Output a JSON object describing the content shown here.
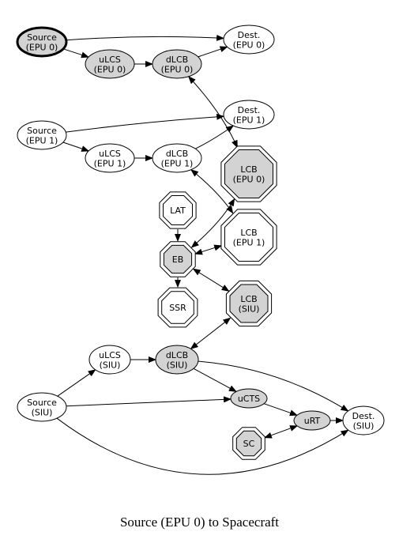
{
  "caption": "Source (EPU 0) to Spacecraft",
  "colors": {
    "filled": "#d3d3d3",
    "plain": "#ffffff",
    "stroke": "#000000"
  },
  "nodes": [
    {
      "id": "src0",
      "shape": "ellipse",
      "filled": true,
      "bold": true,
      "lines": [
        "Source",
        "(EPU 0)"
      ]
    },
    {
      "id": "dst0",
      "shape": "ellipse",
      "filled": false,
      "lines": [
        "Dest.",
        "(EPU 0)"
      ]
    },
    {
      "id": "ulcs0",
      "shape": "ellipse",
      "filled": true,
      "lines": [
        "uLCS",
        "(EPU 0)"
      ]
    },
    {
      "id": "dlcb0",
      "shape": "ellipse",
      "filled": true,
      "lines": [
        "dLCB",
        "(EPU 0)"
      ]
    },
    {
      "id": "src1",
      "shape": "ellipse",
      "filled": false,
      "lines": [
        "Source",
        "(EPU 1)"
      ]
    },
    {
      "id": "dst1",
      "shape": "ellipse",
      "filled": false,
      "lines": [
        "Dest.",
        "(EPU 1)"
      ]
    },
    {
      "id": "ulcs1",
      "shape": "ellipse",
      "filled": false,
      "lines": [
        "uLCS",
        "(EPU 1)"
      ]
    },
    {
      "id": "dlcb1",
      "shape": "ellipse",
      "filled": false,
      "lines": [
        "dLCB",
        "(EPU 1)"
      ]
    },
    {
      "id": "lcb0",
      "shape": "octagon",
      "filled": true,
      "lines": [
        "LCB",
        "(EPU 0)"
      ]
    },
    {
      "id": "lat",
      "shape": "octagon",
      "filled": false,
      "lines": [
        "LAT"
      ]
    },
    {
      "id": "lcb1",
      "shape": "octagon",
      "filled": false,
      "lines": [
        "LCB",
        "(EPU 1)"
      ]
    },
    {
      "id": "eb",
      "shape": "octagon",
      "filled": true,
      "lines": [
        "EB"
      ]
    },
    {
      "id": "ssr",
      "shape": "octagon",
      "filled": false,
      "lines": [
        "SSR"
      ]
    },
    {
      "id": "lcbsiu",
      "shape": "octagon",
      "filled": true,
      "lines": [
        "LCB",
        "(SIU)"
      ]
    },
    {
      "id": "ulcssiu",
      "shape": "ellipse",
      "filled": false,
      "lines": [
        "uLCS",
        "(SIU)"
      ]
    },
    {
      "id": "dlcbsiu",
      "shape": "ellipse",
      "filled": true,
      "lines": [
        "dLCB",
        "(SIU)"
      ]
    },
    {
      "id": "srcsiu",
      "shape": "ellipse",
      "filled": false,
      "lines": [
        "Source",
        "(SIU)"
      ]
    },
    {
      "id": "ucts",
      "shape": "ellipse",
      "filled": true,
      "lines": [
        "uCTS"
      ]
    },
    {
      "id": "urt",
      "shape": "ellipse",
      "filled": true,
      "lines": [
        "uRT"
      ]
    },
    {
      "id": "dstsiu",
      "shape": "ellipse",
      "filled": false,
      "lines": [
        "Dest.",
        "(SIU)"
      ]
    },
    {
      "id": "sc",
      "shape": "octagon",
      "filled": true,
      "lines": [
        "SC"
      ]
    }
  ],
  "edges": [
    {
      "from": "src0",
      "to": "dst0",
      "dir": "forward"
    },
    {
      "from": "src0",
      "to": "ulcs0",
      "dir": "forward"
    },
    {
      "from": "ulcs0",
      "to": "dlcb0",
      "dir": "forward"
    },
    {
      "from": "dlcb0",
      "to": "dst0",
      "dir": "forward"
    },
    {
      "from": "dlcb0",
      "to": "lcb0",
      "dir": "both"
    },
    {
      "from": "src1",
      "to": "dst1",
      "dir": "forward"
    },
    {
      "from": "src1",
      "to": "ulcs1",
      "dir": "forward"
    },
    {
      "from": "ulcs1",
      "to": "dlcb1",
      "dir": "forward"
    },
    {
      "from": "dlcb1",
      "to": "dst1",
      "dir": "forward"
    },
    {
      "from": "dlcb1",
      "to": "lcb1",
      "dir": "both"
    },
    {
      "from": "lat",
      "to": "eb",
      "dir": "forward"
    },
    {
      "from": "eb",
      "to": "ssr",
      "dir": "forward"
    },
    {
      "from": "eb",
      "to": "lcb0",
      "dir": "both"
    },
    {
      "from": "eb",
      "to": "lcb1",
      "dir": "both"
    },
    {
      "from": "eb",
      "to": "lcbsiu",
      "dir": "both"
    },
    {
      "from": "dlcbsiu",
      "to": "lcbsiu",
      "dir": "both"
    },
    {
      "from": "srcsiu",
      "to": "ulcssiu",
      "dir": "forward"
    },
    {
      "from": "ulcssiu",
      "to": "dlcbsiu",
      "dir": "forward"
    },
    {
      "from": "dlcbsiu",
      "to": "ucts",
      "dir": "forward"
    },
    {
      "from": "dlcbsiu",
      "to": "dstsiu",
      "dir": "forward"
    },
    {
      "from": "srcsiu",
      "to": "ucts",
      "dir": "forward"
    },
    {
      "from": "srcsiu",
      "to": "dstsiu",
      "dir": "forward"
    },
    {
      "from": "ucts",
      "to": "urt",
      "dir": "forward"
    },
    {
      "from": "urt",
      "to": "dstsiu",
      "dir": "forward"
    },
    {
      "from": "sc",
      "to": "urt",
      "dir": "both"
    }
  ]
}
